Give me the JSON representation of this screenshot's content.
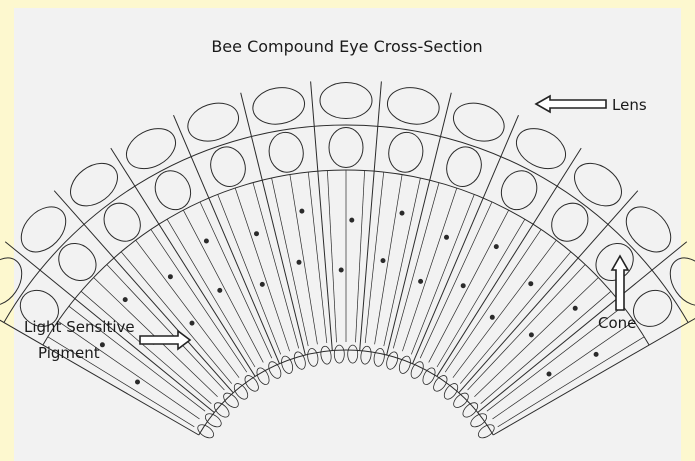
{
  "diagram": {
    "title": "Bee Compound Eye Cross-Section",
    "labels": {
      "lens": "Lens",
      "cone": "Cone",
      "pigment_line1": "Light Sensitive",
      "pigment_line2": "Pigment"
    },
    "ommatidia_count": 13,
    "colors": {
      "outer_background": "#fdf8cf",
      "paper": "#f2f2f2",
      "ink": "#2b2b2b"
    }
  }
}
